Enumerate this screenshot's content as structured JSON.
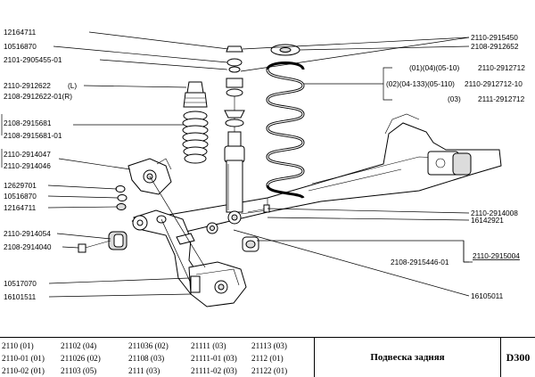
{
  "labels": {
    "l1": "12164711",
    "l2": "10516870",
    "l3": "2101-2905455-01",
    "l4a": "2110-2912622",
    "l4b": "(L)",
    "l5": "2108-2912622-01(R)",
    "l6": "2108-2915681",
    "l7": "2108-2915681-01",
    "l8": "2110-2914047",
    "l9": "2110-2914046",
    "l10": "12629701",
    "l11": "10516870",
    "l12": "12164711",
    "l13": "2110-2914054",
    "l14": "2108-2914040",
    "l15": "10517070",
    "l16": "16101511",
    "r1": "2110-2915450",
    "r2": "2108-2912652",
    "r3a": "(01)(04)(05-10)",
    "r3b": "2110-2912712",
    "r4a": "(02)(04-133)(05-110)",
    "r4b": "2110-2912712-10",
    "r5a": "(03)",
    "r5b": "2111-2912712",
    "r6": "2110-2914008",
    "r7": "16142921",
    "r8": "2110-2915004",
    "r9": "2108-2915446-01",
    "r10": "16105011"
  },
  "footer": {
    "compat": [
      [
        "2110 (01)",
        "21102 (04)",
        "211036 (02)",
        "21111 (03)",
        "21113 (03)"
      ],
      [
        "2110-01 (01)",
        "211026 (02)",
        "21108 (03)",
        "21111-01 (03)",
        "2112 (01)"
      ],
      [
        "2110-02 (01)",
        "21103 (05)",
        "2111 (03)",
        "21111-02 (03)",
        "21122 (01)"
      ]
    ],
    "title": "Подвеска задняя",
    "code": "D300"
  }
}
